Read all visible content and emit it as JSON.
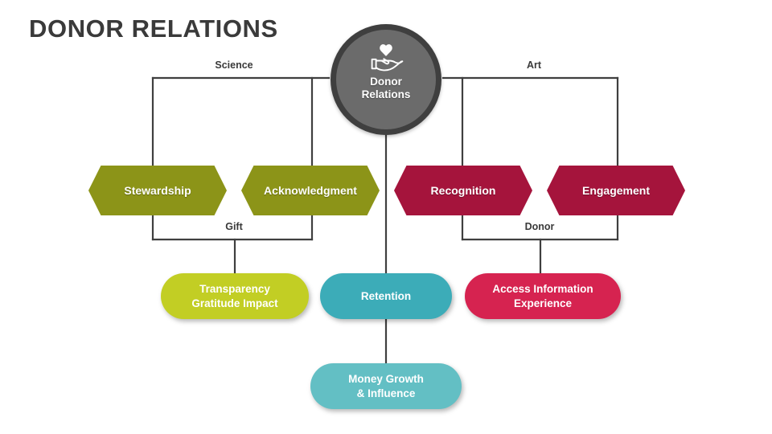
{
  "title": "DONOR RELATIONS",
  "center": {
    "icon": "heart-in-hand-icon",
    "line1": "Donor",
    "line2": "Relations",
    "ring_color": "#3f3f3f",
    "fill_color": "#6b6b6b"
  },
  "branches": {
    "left_top": "Science",
    "right_top": "Art",
    "left_bottom": "Gift",
    "right_bottom": "Donor"
  },
  "hexagons": [
    {
      "label": "Stewardship",
      "color": "#8c9418",
      "side": "left"
    },
    {
      "label": "Acknowledgment",
      "color": "#8c9418",
      "side": "left"
    },
    {
      "label": "Recognition",
      "color": "#a5143c",
      "side": "right"
    },
    {
      "label": "Engagement",
      "color": "#a5143c",
      "side": "right"
    }
  ],
  "boxes": [
    {
      "line1": "Transparency",
      "line2": "Gratitude Impact",
      "color": "#c2ce24"
    },
    {
      "line1": "Retention",
      "line2": "",
      "color": "#3cacb8"
    },
    {
      "line1": "Access Information",
      "line2": "Experience",
      "color": "#d62350"
    },
    {
      "line1": "Money Growth",
      "line2": "& Influence",
      "color": "#63bfc4"
    }
  ],
  "colors": {
    "background": "#ffffff",
    "line": "#3f3f3f",
    "text_dark": "#3a3a3a",
    "text_light": "#ffffff"
  }
}
